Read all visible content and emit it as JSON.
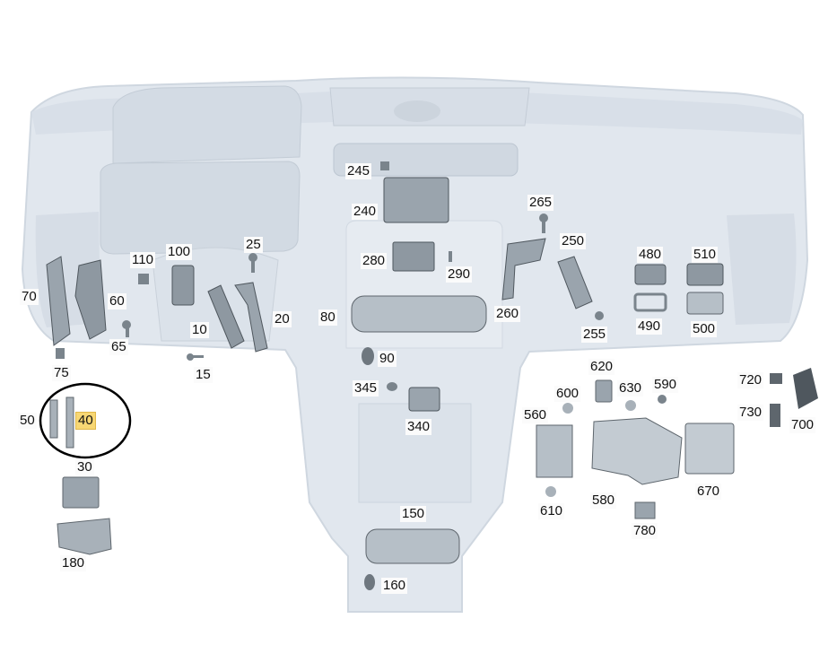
{
  "colors": {
    "dash_body": "#dde4ec",
    "dash_edge": "#c7d0da",
    "part_fill": "#9aa4ad",
    "part_dark": "#5e666d",
    "highlight": "#f7d774",
    "circle": "#000000"
  },
  "parts": [
    {
      "id": "p10",
      "label": "10"
    },
    {
      "id": "p15",
      "label": "15"
    },
    {
      "id": "p20",
      "label": "20"
    },
    {
      "id": "p25",
      "label": "25"
    },
    {
      "id": "p30",
      "label": "30"
    },
    {
      "id": "p40",
      "label": "40",
      "highlighted": true
    },
    {
      "id": "p50",
      "label": "50"
    },
    {
      "id": "p60",
      "label": "60"
    },
    {
      "id": "p65",
      "label": "65"
    },
    {
      "id": "p70",
      "label": "70"
    },
    {
      "id": "p75",
      "label": "75"
    },
    {
      "id": "p80",
      "label": "80"
    },
    {
      "id": "p90",
      "label": "90"
    },
    {
      "id": "p100",
      "label": "100"
    },
    {
      "id": "p110",
      "label": "110"
    },
    {
      "id": "p150",
      "label": "150"
    },
    {
      "id": "p160",
      "label": "160"
    },
    {
      "id": "p180",
      "label": "180"
    },
    {
      "id": "p240",
      "label": "240"
    },
    {
      "id": "p245",
      "label": "245"
    },
    {
      "id": "p250",
      "label": "250"
    },
    {
      "id": "p255",
      "label": "255"
    },
    {
      "id": "p260",
      "label": "260"
    },
    {
      "id": "p265",
      "label": "265"
    },
    {
      "id": "p280",
      "label": "280"
    },
    {
      "id": "p290",
      "label": "290"
    },
    {
      "id": "p340",
      "label": "340"
    },
    {
      "id": "p345",
      "label": "345"
    },
    {
      "id": "p480",
      "label": "480"
    },
    {
      "id": "p490",
      "label": "490"
    },
    {
      "id": "p500",
      "label": "500"
    },
    {
      "id": "p510",
      "label": "510"
    },
    {
      "id": "p560",
      "label": "560"
    },
    {
      "id": "p580",
      "label": "580"
    },
    {
      "id": "p590",
      "label": "590"
    },
    {
      "id": "p600",
      "label": "600"
    },
    {
      "id": "p610",
      "label": "610"
    },
    {
      "id": "p620",
      "label": "620"
    },
    {
      "id": "p630",
      "label": "630"
    },
    {
      "id": "p670",
      "label": "670"
    },
    {
      "id": "p700",
      "label": "700"
    },
    {
      "id": "p720",
      "label": "720"
    },
    {
      "id": "p730",
      "label": "730"
    },
    {
      "id": "p780",
      "label": "780"
    }
  ]
}
